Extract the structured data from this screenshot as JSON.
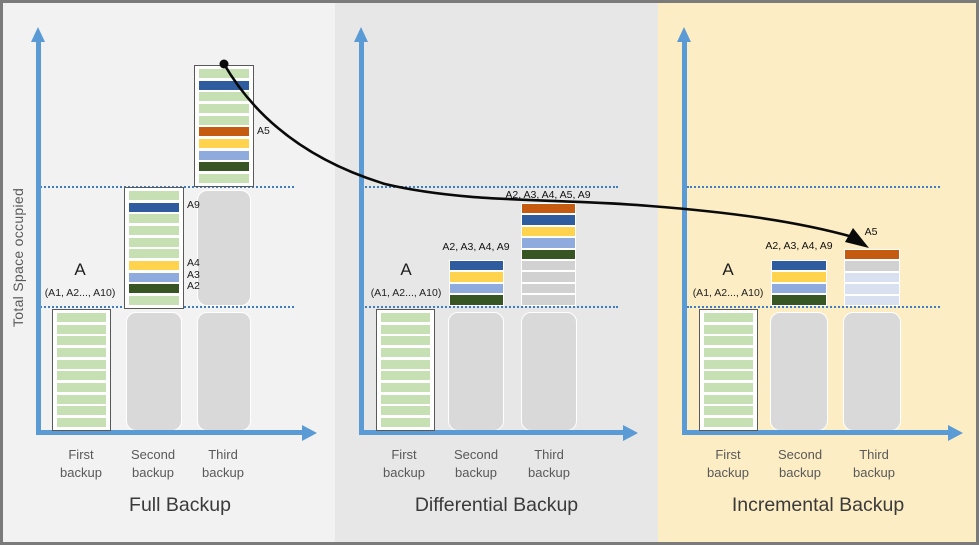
{
  "axis_label": "Total Space occupied",
  "colors": {
    "axis": "#5b9bd5",
    "dotted_line": "#3e7dc0",
    "curve": "#0a0a0a",
    "panel_backgrounds": {
      "full": "#f2f2f2",
      "differential": "#e8e7e7",
      "incremental": "#fcedc4"
    },
    "stripes": {
      "green": "#c6e0b4",
      "blue": "#2e5c9e",
      "lightblue": "#8faadc",
      "yellow": "#ffd34d",
      "orange": "#c55a11",
      "darkgreen": "#375623",
      "gray": "#d1d1d1",
      "bluegray": "#d9e1f0",
      "placeholder": "#d9d9d9"
    }
  },
  "panels": [
    {
      "key": "full",
      "title": "Full Backup",
      "columns": [
        "First backup",
        "Second backup",
        "Third backup"
      ],
      "first_bar_label": "A",
      "first_bar_sublabel": "(A1, A2..., A10)",
      "stripe_labels": {
        "a9": "A9",
        "a4": "A4",
        "a3": "A3",
        "a2": "A2",
        "a5": "A5"
      },
      "bars": {
        "first": [
          "green",
          "green",
          "green",
          "green",
          "green",
          "green",
          "green",
          "green",
          "green",
          "green"
        ],
        "second": [
          "green",
          "blue",
          "green",
          "green",
          "green",
          "green",
          "yellow",
          "lightblue",
          "darkgreen",
          "green"
        ],
        "third": [
          "green",
          "blue",
          "green",
          "green",
          "green",
          "orange",
          "yellow",
          "lightblue",
          "darkgreen",
          "green"
        ]
      }
    },
    {
      "key": "differential",
      "title": "Differential Backup",
      "columns": [
        "First backup",
        "Second backup",
        "Third backup"
      ],
      "first_bar_label": "A",
      "first_bar_sublabel": "(A1, A2..., A10)",
      "stack_labels": {
        "second": "A2, A3, A4, A9",
        "third": "A2, A3, A4, A5, A9"
      },
      "bars": {
        "first": [
          "green",
          "green",
          "green",
          "green",
          "green",
          "green",
          "green",
          "green",
          "green",
          "green"
        ],
        "second_stack": [
          "blue",
          "yellow",
          "lightblue",
          "darkgreen"
        ],
        "third_stack": [
          "orange",
          "blue",
          "yellow",
          "lightblue",
          "darkgreen",
          "gray",
          "gray",
          "gray",
          "gray"
        ]
      }
    },
    {
      "key": "incremental",
      "title": "Incremental Backup",
      "columns": [
        "First backup",
        "Second backup",
        "Third backup"
      ],
      "first_bar_label": "A",
      "first_bar_sublabel": "(A1, A2..., A10)",
      "stack_labels": {
        "second": "A2, A3, A4, A9",
        "third": "A5"
      },
      "bars": {
        "first": [
          "green",
          "green",
          "green",
          "green",
          "green",
          "green",
          "green",
          "green",
          "green",
          "green"
        ],
        "second_stack": [
          "blue",
          "yellow",
          "lightblue",
          "darkgreen"
        ],
        "third_stack": [
          "orange",
          "gray",
          "bluegray",
          "bluegray",
          "bluegray"
        ]
      }
    }
  ]
}
